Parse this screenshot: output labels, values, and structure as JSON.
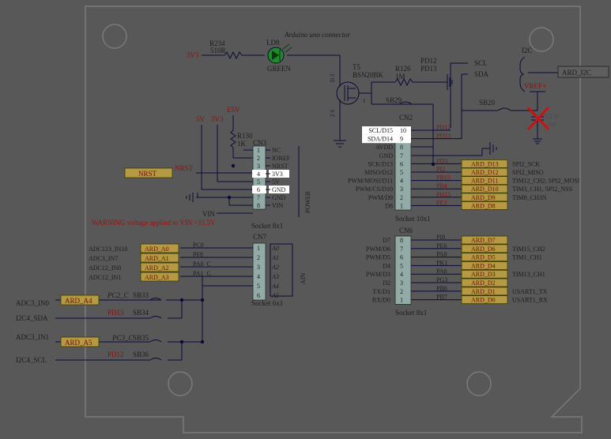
{
  "colors": {
    "background": "#585858",
    "wire": "#0a0a3a",
    "label": "#1c1c1c",
    "ref_red": "#8b1010",
    "net_box_fill": "#b59a43",
    "net_box_text": "#6a0d0d",
    "socket_fill": "#93aba6",
    "highlight": "#ffffff",
    "led_green": "#1e8a2a",
    "warning_red": "#9c1010",
    "cross_red": "#cc1111"
  },
  "titles": {
    "connector": "Arduino uno connector",
    "power_block": "POWER",
    "ain_block": "AIN"
  },
  "top_left": {
    "v3v3": "3V3",
    "r234_ref": "R234",
    "r234_val": "510R",
    "ld8_ref": "LD8",
    "ld8_color": "GREEN"
  },
  "top_mid": {
    "t5_ref": "T5",
    "t5_part": "BSN20BK",
    "r126_ref": "R126",
    "r126_val": "1M",
    "pd12": "PD12",
    "pd13": "PD13",
    "scl": "SCL",
    "sda": "SDA",
    "sb29": "SB29",
    "gate": "1",
    "drain": "D 3",
    "source": "2 S"
  },
  "top_right": {
    "i2c": "I2C",
    "ard_i2c": "ARD_I2C",
    "vref": "VREF+",
    "sb20": "SB20",
    "c_ref": "C150",
    "c_val": "1uF"
  },
  "cn3": {
    "ref": "CN3",
    "socket": "Socket 8x1",
    "v5": "5V",
    "v3v3": "3V3",
    "e5v": "E5V",
    "r130_ref": "R130",
    "r130_val": "1K",
    "nrst_box": "NRST",
    "nrst_net": "NRST",
    "vin_net": "VIN",
    "warning": "WARNING voltage applied to VIN <11.5V",
    "pins": [
      "1",
      "2",
      "3",
      "4",
      "5",
      "6",
      "7",
      "8"
    ],
    "labels": [
      "NC",
      "IOREF",
      "NRST",
      "3V3",
      "5V",
      "GND",
      "GND",
      "VIN"
    ]
  },
  "cn7": {
    "ref": "CN7",
    "socket": "Socket 6x1",
    "pins": [
      "1",
      "2",
      "3",
      "4",
      "5",
      "6"
    ],
    "labels": [
      "A0",
      "A1",
      "A2",
      "A3",
      "A4",
      "A5"
    ],
    "ports": [
      "PC0",
      "PF8",
      "PA0_C",
      "PA1_C"
    ],
    "adc": [
      "ADC123_IN10",
      "ADC3_IN7",
      "ADC12_IN0",
      "ADC12_IN1"
    ],
    "boxes": [
      "ARD_A0",
      "ARD_A1",
      "ARD_A2",
      "ARD_A3"
    ]
  },
  "bottom_left": {
    "adc3_in0": "ADC3_IN0",
    "i2c4_sda": "I2C4_SDA",
    "adc3_in1": "ADC3_IN1",
    "i2c4_scl": "I2C4_SCL",
    "ard_a4": "ARD_A4",
    "ard_a5": "ARD_A5",
    "pc2": "PC2_C",
    "sb33": "SB33",
    "pd13": "PD13",
    "sb34": "SB34",
    "pc3": "PC3_C",
    "sb35": "SB35",
    "pd12": "PD12",
    "sb36": "SB36"
  },
  "cn2": {
    "ref": "CN2",
    "socket": "Socket 10x1",
    "pins": [
      "10",
      "9",
      "8",
      "7",
      "6",
      "5",
      "4",
      "3",
      "2",
      "1"
    ],
    "labels": [
      "SCL/D15",
      "SDA/D14",
      "AVDD",
      "GND",
      "SCK/D13",
      "MISO/D12",
      "PWM/MOSI/D11",
      "PWM/CS/D10",
      "PWM/D9",
      "D8"
    ],
    "ports": [
      "PD12",
      "PD13",
      "",
      "",
      "PD3",
      "PI2",
      "PB15",
      "PB4",
      "PH15",
      "PE3"
    ],
    "boxes": [
      "",
      "",
      "",
      "",
      "ARD_D13",
      "ARD_D12",
      "ARD_D11",
      "ARD_D10",
      "ARD_D9",
      "ARD_D8"
    ],
    "funcs": [
      "",
      "",
      "",
      "",
      "SPI2_SCK",
      "SPI2_MISO",
      "TIM12_CH2, SPI2_MOSI",
      "TIM3_CH1, SPI2_NSS",
      "TIM8_CH3N",
      ""
    ]
  },
  "cn6": {
    "ref": "CN6",
    "socket": "Socket 8x1",
    "pins": [
      "8",
      "7",
      "6",
      "5",
      "4",
      "3",
      "2",
      "1"
    ],
    "labels": [
      "D7",
      "PWM/D6",
      "PWM/D5",
      "D4",
      "PWM/D3",
      "D2",
      "TX/D1",
      "RX/D0"
    ],
    "ports": [
      "PI8",
      "PE6",
      "PA8",
      "PK1",
      "PA6",
      "PG3",
      "PB6",
      "PB7"
    ],
    "boxes": [
      "ARD_D7",
      "ARD_D6",
      "ARD_D5",
      "ARD_D4",
      "ARD_D3",
      "ARD_D2",
      "ARD_D1",
      "ARD_D0"
    ],
    "funcs": [
      "",
      "TIM15_CH2",
      "TIM1_CH1",
      "",
      "TIM13_CH1",
      "",
      "USART1_TX",
      "USART1_RX"
    ]
  }
}
